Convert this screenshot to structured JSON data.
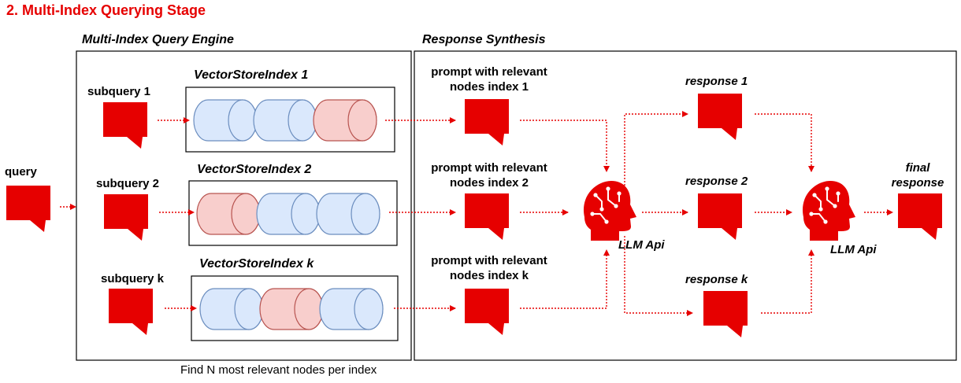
{
  "title": "2. Multi-Index Querying Stage",
  "panels": {
    "engine_title": "Multi-Index Query Engine",
    "synthesis_title": "Response Synthesis"
  },
  "query_label": "query",
  "subqueries": [
    "subquery 1",
    "subquery 2",
    "subquery k"
  ],
  "indexes": [
    "VectorStoreIndex 1",
    "VectorStoreIndex 2",
    "VectorStoreIndex k"
  ],
  "prompts": [
    [
      "prompt with relevant",
      "nodes index 1"
    ],
    [
      "prompt with relevant",
      "nodes index 2"
    ],
    [
      "prompt with relevant",
      "nodes index k"
    ]
  ],
  "llm_label": "LLM Api",
  "llm_label_2": "LLM Api",
  "responses": [
    "response 1",
    "response 2",
    "response k"
  ],
  "final_response": [
    "final",
    "response"
  ],
  "footnote": "Find N most relevant nodes per index",
  "colors": {
    "accent_red": "#e60000",
    "node_blue_fill": "#dae8fc",
    "node_blue_stroke": "#6c8ebf",
    "node_red_fill": "#f8cecc",
    "node_red_stroke": "#b85450"
  },
  "node_patterns": [
    [
      "blue",
      "blue",
      "red"
    ],
    [
      "red",
      "blue",
      "blue"
    ],
    [
      "blue",
      "red",
      "blue"
    ]
  ]
}
